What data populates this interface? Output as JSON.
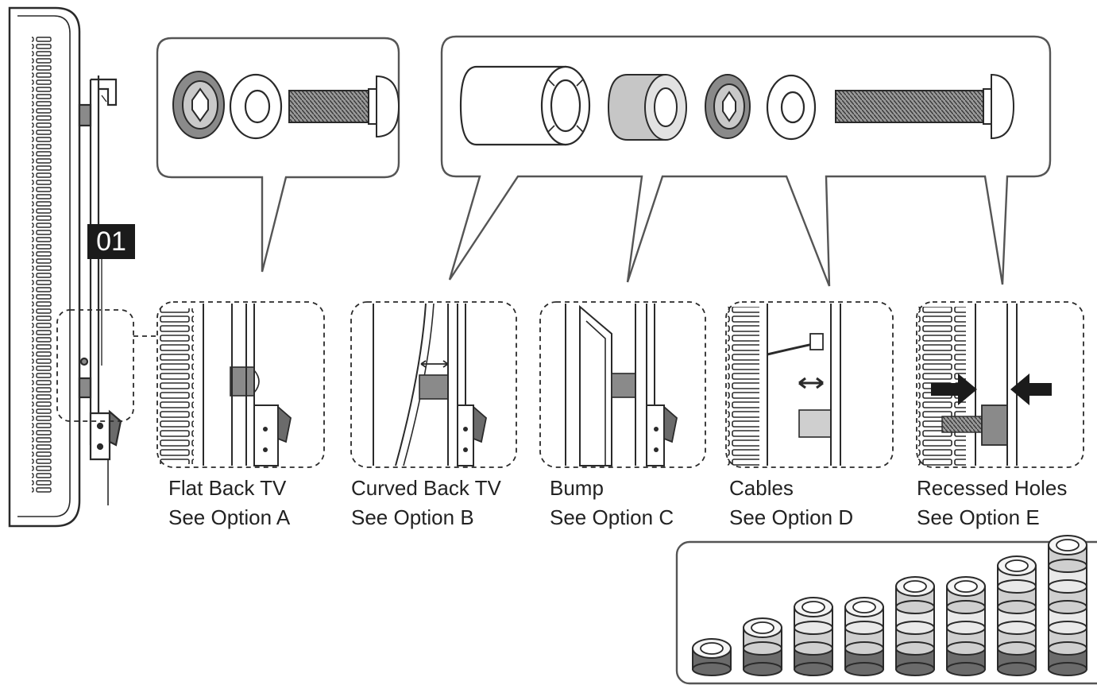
{
  "step_label": "01",
  "options": [
    {
      "title": "Flat Back TV",
      "subtitle": "See Option A",
      "icon": "flat-back-tv-icon"
    },
    {
      "title": "Curved Back TV",
      "subtitle": "See Option B",
      "icon": "curved-back-tv-icon"
    },
    {
      "title": "Bump",
      "subtitle": "See Option C",
      "icon": "bump-back-tv-icon"
    },
    {
      "title": "Cables",
      "subtitle": "See Option D",
      "icon": "cables-behind-tv-icon"
    },
    {
      "title": "Recessed Holes",
      "subtitle": "See Option E",
      "icon": "recessed-holes-tv-icon"
    }
  ],
  "hardware_sets": [
    {
      "name": "option-a-hardware",
      "parts": [
        "spacer-ring-icon",
        "washer-icon",
        "bolt-icon"
      ]
    },
    {
      "name": "option-bcde-hardware",
      "parts": [
        "long-spacer-icon",
        "short-spacer-icon",
        "spacer-ring-icon",
        "washer-icon",
        "long-bolt-icon"
      ]
    }
  ],
  "spacer_stack_counts": [
    1,
    2,
    3,
    3,
    4,
    4,
    5,
    6
  ],
  "colors": {
    "line": "#2a2a2a",
    "fill_grey": "#cfcfcf",
    "dark_grey": "#6b6b6b",
    "badge": "#1b1b1b"
  }
}
